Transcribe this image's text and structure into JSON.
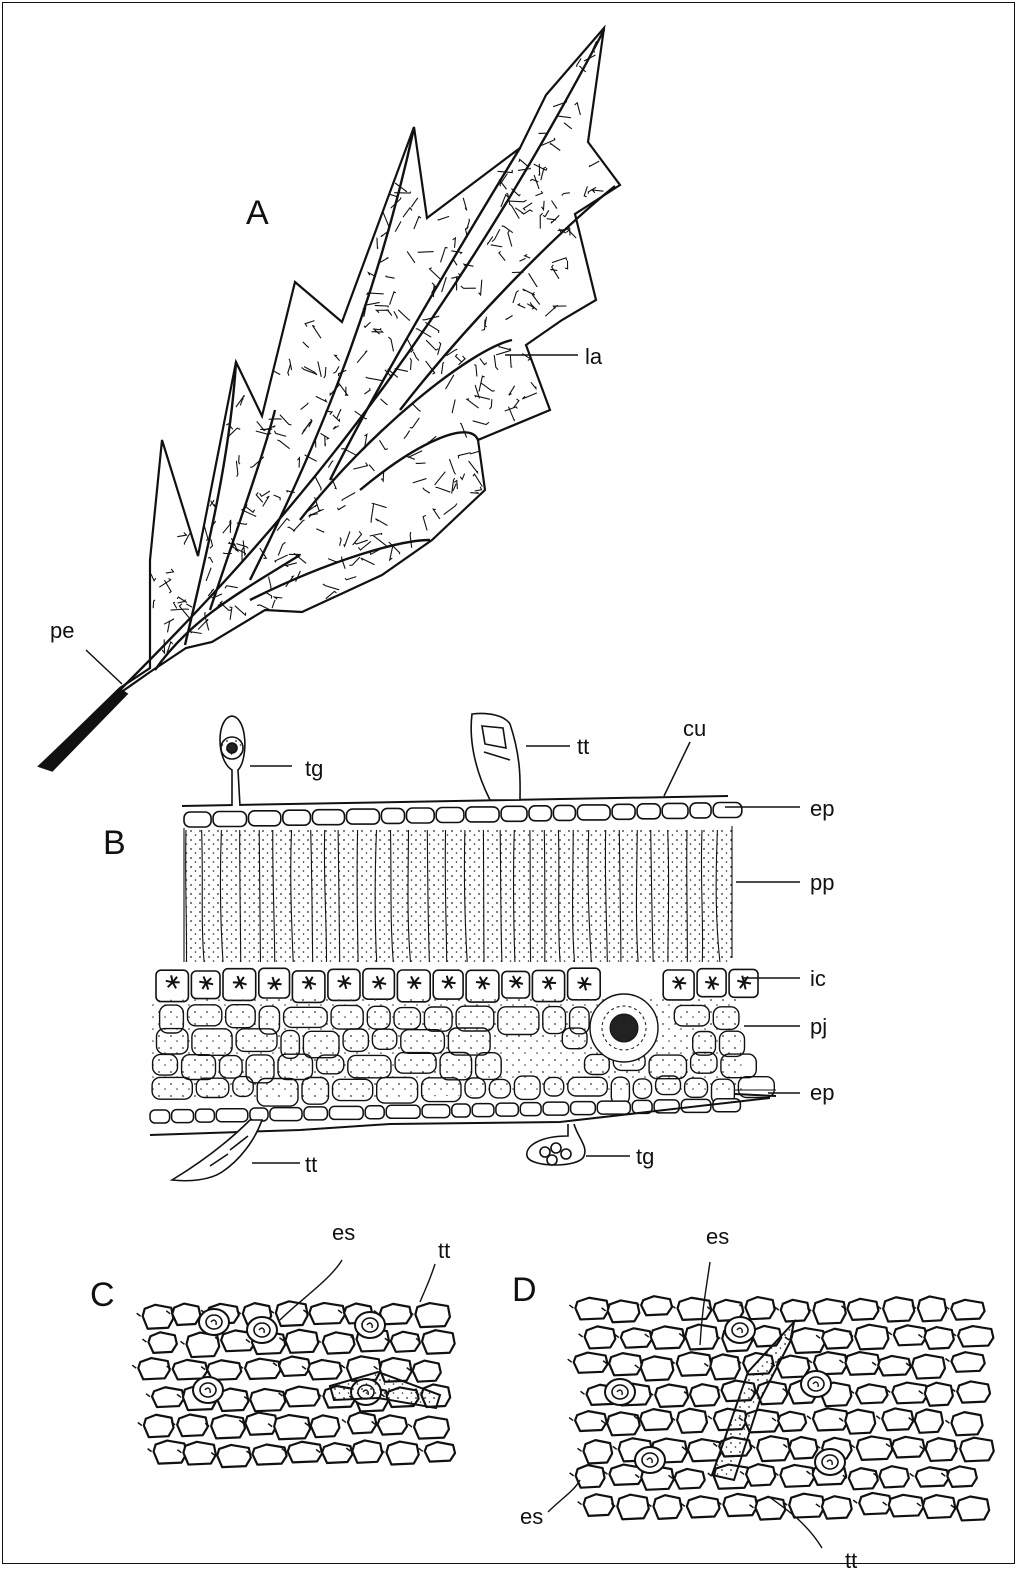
{
  "panels": {
    "a": "A",
    "b": "B",
    "c": "C",
    "d": "D"
  },
  "labels": {
    "la": "la",
    "pe": "pe",
    "tt_top": "tt",
    "tg_top": "tg",
    "cu": "cu",
    "ep_top": "ep",
    "pp": "pp",
    "ic": "ic",
    "pj": "pj",
    "ep_bottom": "ep",
    "tt_bottom": "tt",
    "tg_bottom": "tg",
    "es_c": "es",
    "tt_c": "tt",
    "es_d_top": "es",
    "es_d_left": "es",
    "tt_d": "tt"
  },
  "colors": {
    "ink": "#111111",
    "paper": "#ffffff"
  }
}
